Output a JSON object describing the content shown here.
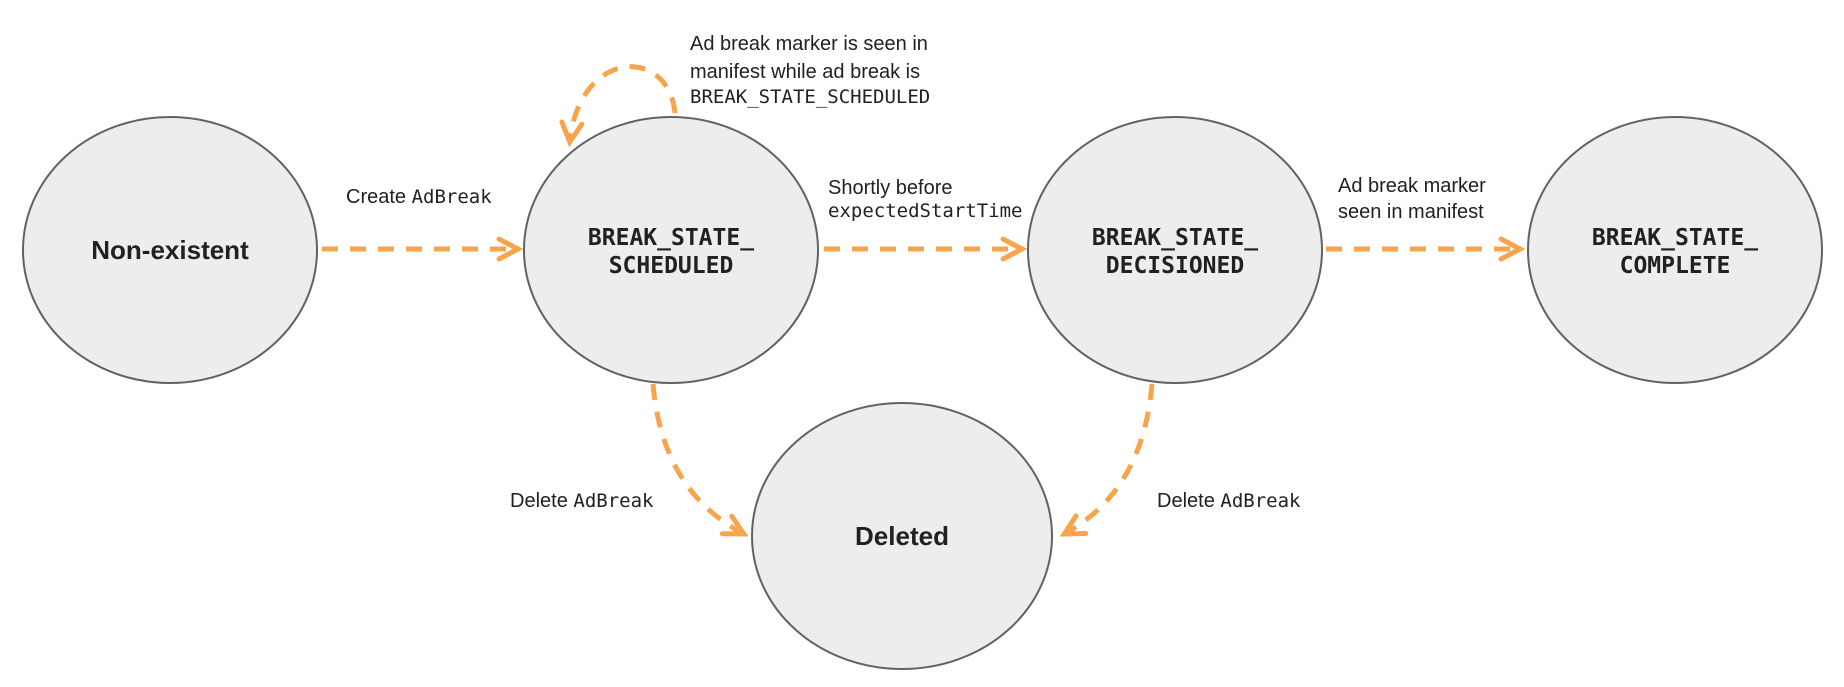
{
  "colors": {
    "arrow": "#F8A44B",
    "node_fill": "#EDEDED",
    "node_border": "#5F6368",
    "text": "#202124"
  },
  "nodes": {
    "non_existent": {
      "label": "Non-existent"
    },
    "scheduled": {
      "line1": "BREAK_STATE_",
      "line2": "SCHEDULED"
    },
    "decisioned": {
      "line1": "BREAK_STATE_",
      "line2": "DECISIONED"
    },
    "complete": {
      "line1": "BREAK_STATE_",
      "line2": "COMPLETE"
    },
    "deleted": {
      "label": "Deleted"
    }
  },
  "edges": {
    "create": {
      "text_sans": "Create ",
      "text_mono": "AdBreak"
    },
    "self_loop": {
      "line1": "Ad break marker is seen in",
      "line2": "manifest while ad break is",
      "line3": "BREAK_STATE_SCHEDULED"
    },
    "decision": {
      "line1": "Shortly before",
      "line2_mono": "expectedStartTime"
    },
    "to_complete": {
      "line1": "Ad break marker",
      "line2": "seen in manifest"
    },
    "delete_left": {
      "text_sans": "Delete ",
      "text_mono": "AdBreak"
    },
    "delete_right": {
      "text_sans": "Delete ",
      "text_mono": "AdBreak"
    }
  }
}
